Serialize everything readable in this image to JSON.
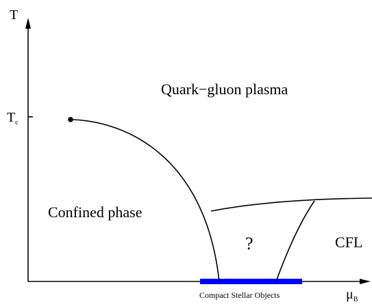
{
  "axes": {
    "y_label": "T",
    "tc_main": "T",
    "tc_sub": "c",
    "x_label_main": "μ",
    "x_label_sub": "B"
  },
  "regions": {
    "qgp": "Quark−gluon plasma",
    "confined": "Confined phase",
    "unknown": "?",
    "cfl": "CFL"
  },
  "highlight": {
    "label": "Compact Stellar Objects",
    "color": "#0000ff"
  },
  "colors": {
    "lines": "#000000",
    "background": "#ffffff"
  }
}
